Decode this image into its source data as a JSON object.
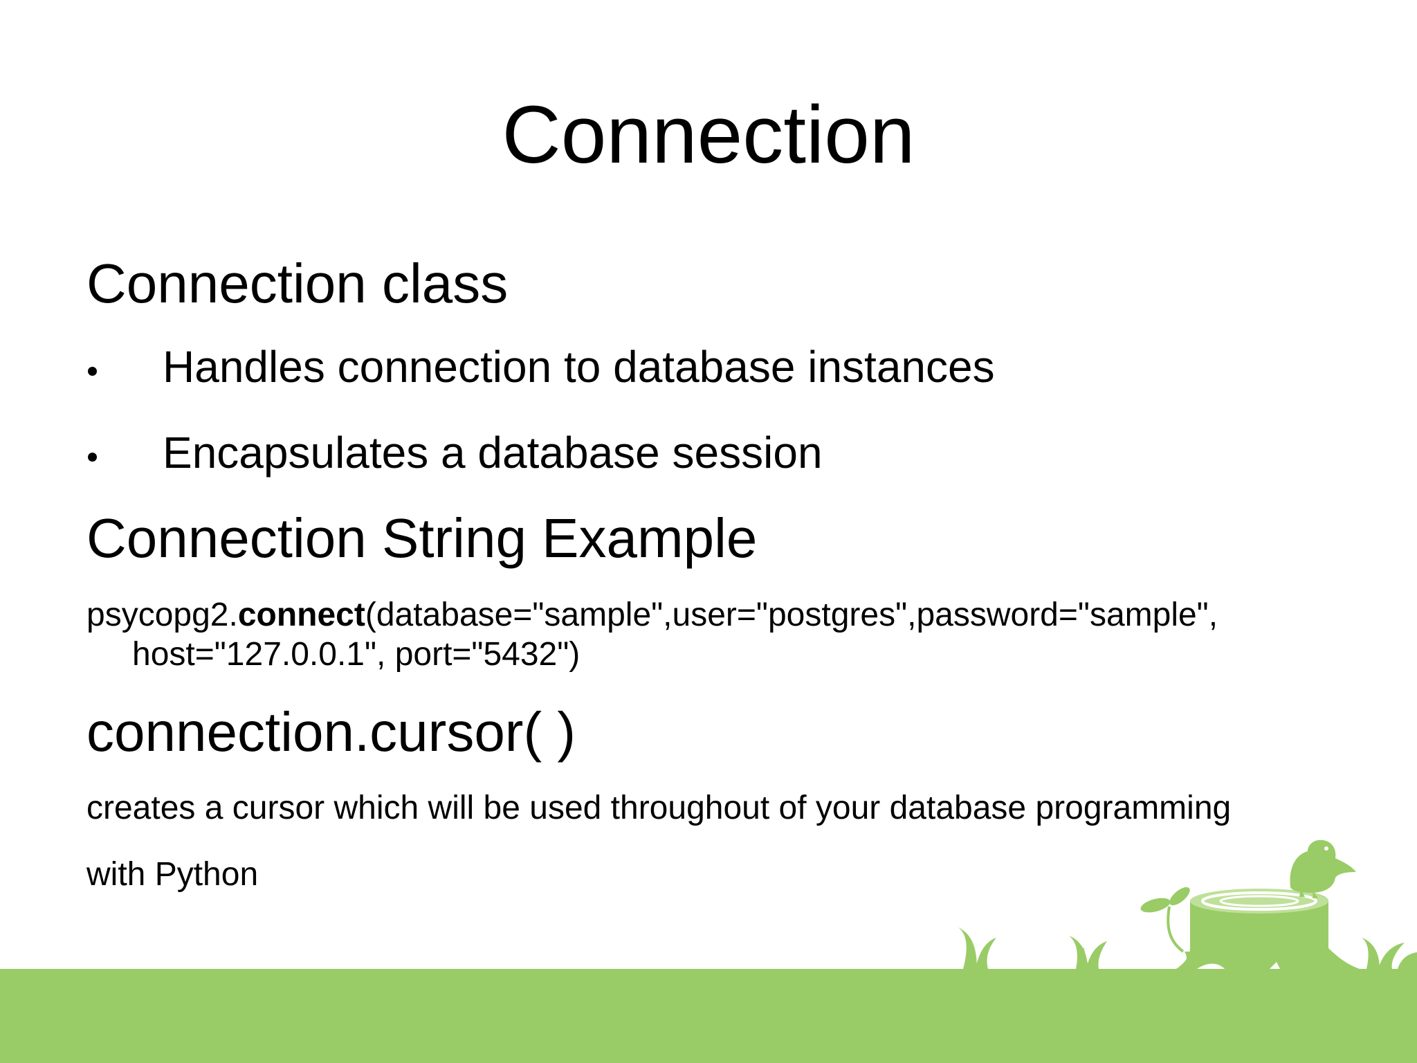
{
  "slide": {
    "title": "Connection",
    "section1": {
      "heading": "Connection class",
      "bullets": [
        "Handles connection to database instances",
        "Encapsulates a database session"
      ]
    },
    "section2": {
      "heading": "Connection String Example",
      "code_prefix": "psycopg2.",
      "code_func": "connect",
      "code_line1_rest": "(database=\"sample\",user=\"postgres\",password=\"sample\",",
      "code_line2": "host=\"127.0.0.1\", port=\"5432\")"
    },
    "section3": {
      "heading": "connection.cursor( )",
      "desc_line1": "creates a cursor which will be used throughout of your database programming",
      "desc_line2": "with Python"
    }
  },
  "colors": {
    "ground": "#99cc66",
    "text": "#000000",
    "background": "#ffffff"
  }
}
